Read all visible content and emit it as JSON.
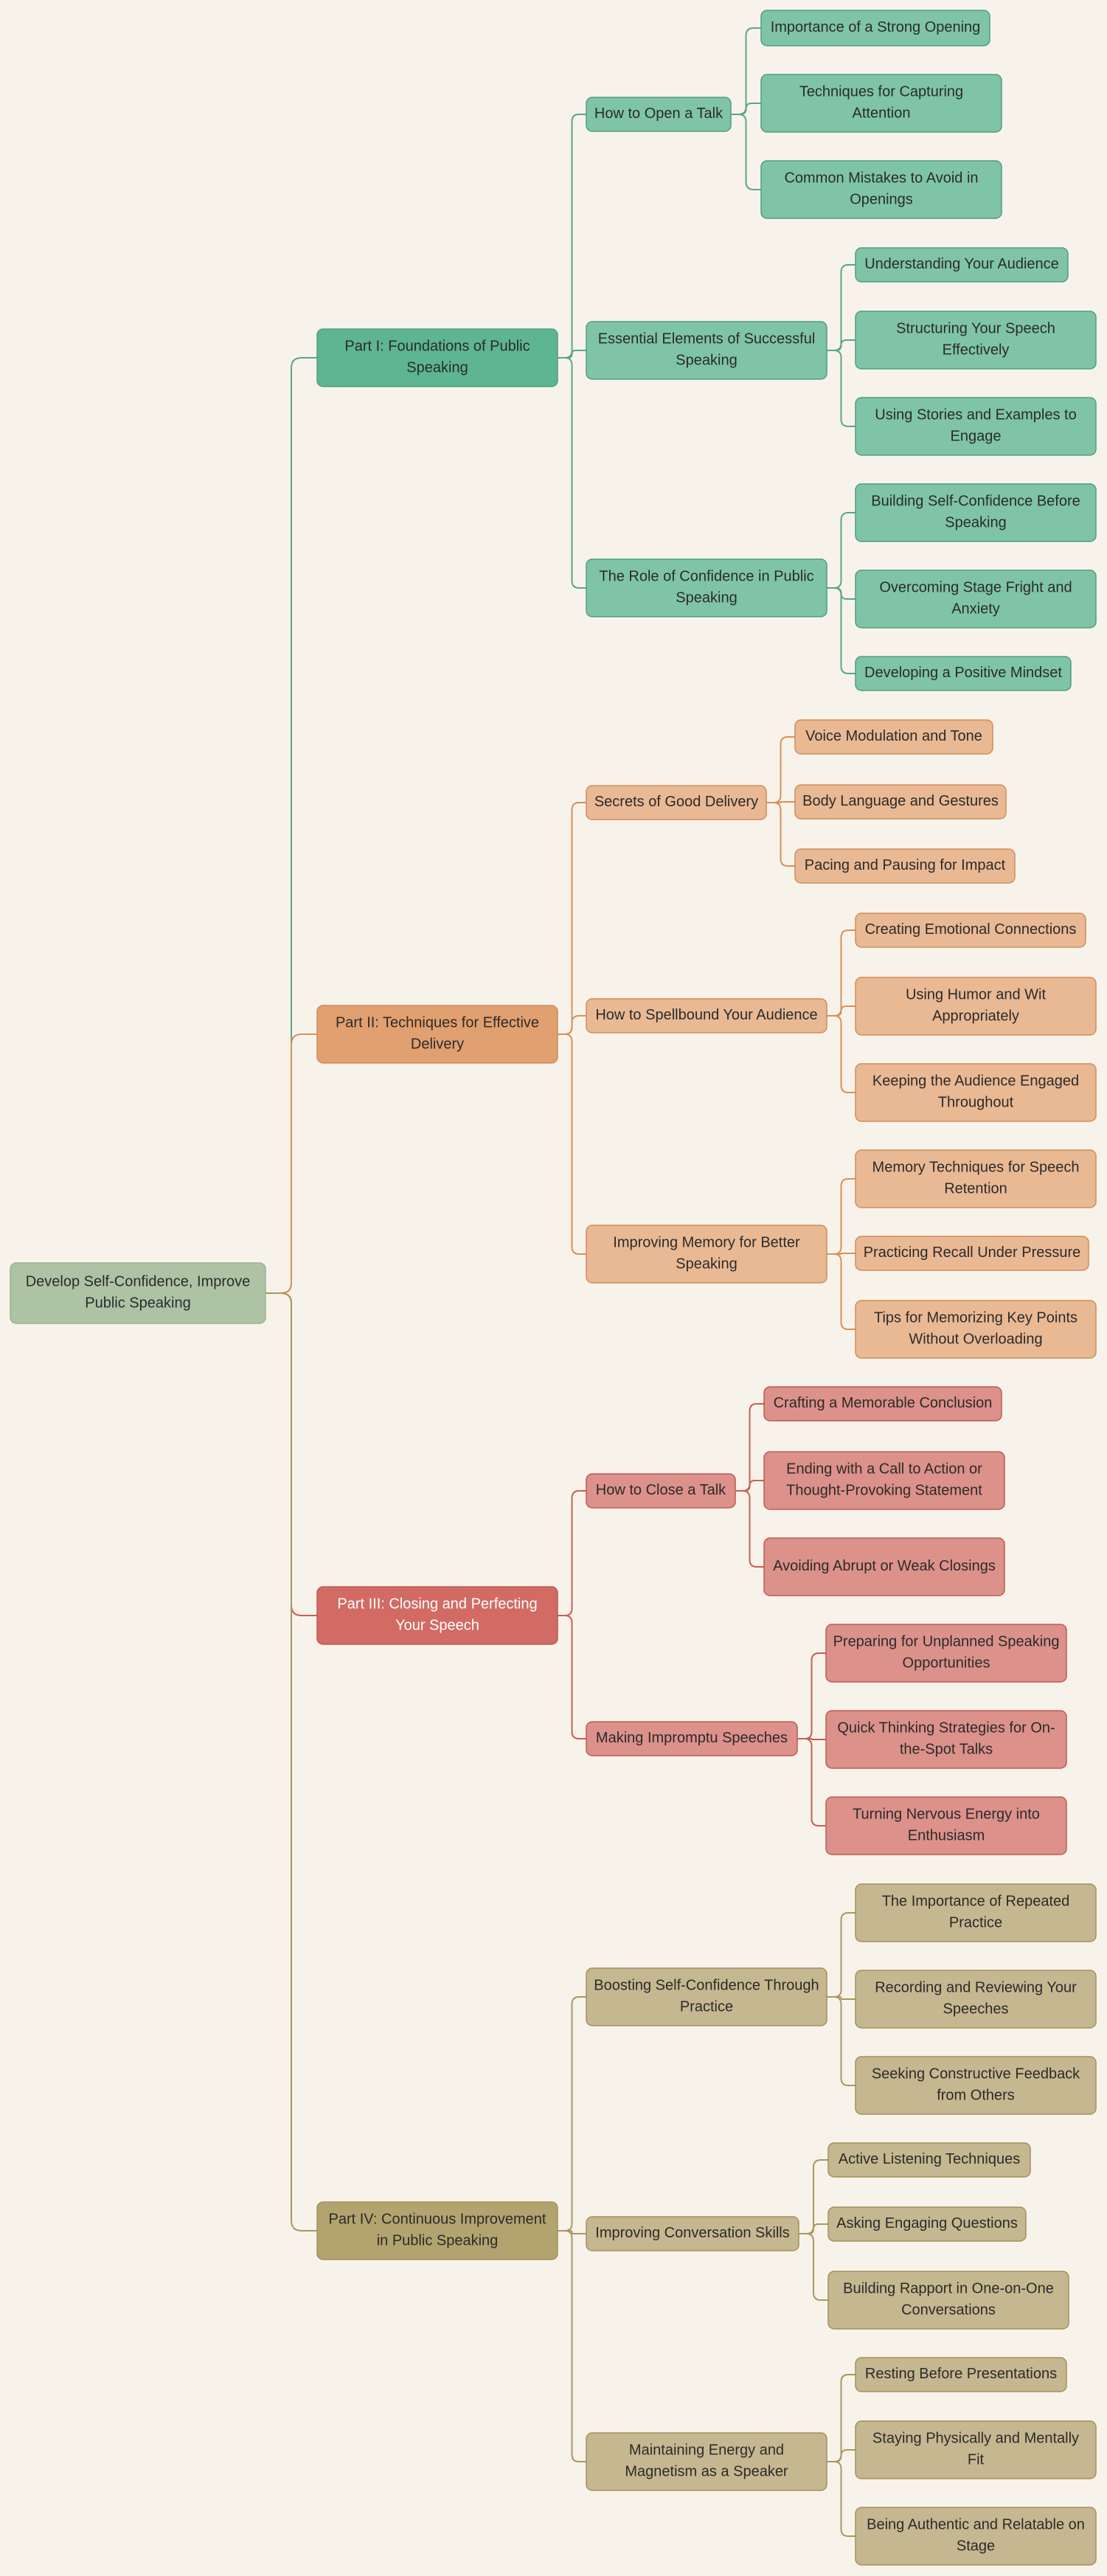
{
  "colors": {
    "background": "#f8f3ea",
    "root_fill": "#adc3a4",
    "root_stroke": "#98b48e",
    "text_dark": "#2b2b2b",
    "text_light": "#ffffff"
  },
  "root": {
    "label": "Develop Self-Confidence, Improve Public Speaking"
  },
  "parts": [
    {
      "label": "Part I: Foundations of Public Speaking",
      "fill": "#5db592",
      "child_fill": "#7fc4a6",
      "stroke": "#4e9f7f",
      "line": "#5aa688",
      "children": [
        {
          "label": "How to Open a Talk",
          "leaves": [
            "Importance of a Strong Opening",
            "Techniques for Capturing Attention",
            "Common Mistakes to Avoid in Openings"
          ]
        },
        {
          "label": "Essential Elements of Successful Speaking",
          "leaves": [
            "Understanding Your Audience",
            "Structuring Your Speech Effectively",
            "Using Stories and Examples to Engage"
          ]
        },
        {
          "label": "The Role of Confidence in Public Speaking",
          "leaves": [
            "Building Self-Confidence Before Speaking",
            "Overcoming Stage Fright and Anxiety",
            "Developing a Positive Mindset"
          ]
        }
      ]
    },
    {
      "label": "Part II: Techniques for Effective Delivery",
      "fill": "#e1a06f",
      "child_fill": "#e9b994",
      "stroke": "#cf8c5b",
      "line": "#d3925e",
      "children": [
        {
          "label": "Secrets of Good Delivery",
          "leaves": [
            "Voice Modulation and Tone",
            "Body Language and Gestures",
            "Pacing and Pausing for Impact"
          ]
        },
        {
          "label": "How to Spellbound Your Audience",
          "leaves": [
            "Creating Emotional Connections",
            "Using Humor and Wit Appropriately",
            "Keeping the Audience Engaged Throughout"
          ]
        },
        {
          "label": "Improving Memory for Better Speaking",
          "leaves": [
            "Memory Techniques for Speech Retention",
            "Practicing Recall Under Pressure",
            "Tips for Memorizing Key Points Without Overloading"
          ]
        }
      ]
    },
    {
      "label": "Part III: Closing and Perfecting Your Speech",
      "fill": "#d16b64",
      "child_fill": "#dc918a",
      "stroke": "#bd5a53",
      "line": "#c65e57",
      "children": [
        {
          "label": "How to Close a Talk",
          "leaves": [
            "Crafting a Memorable Conclusion",
            "Ending with a Call to Action or Thought-Provoking Statement",
            "Avoiding Abrupt or Weak Closings"
          ]
        },
        {
          "label": "Making Impromptu Speeches",
          "leaves": [
            "Preparing for Unplanned Speaking Opportunities",
            "Quick Thinking Strategies for On-the-Spot Talks",
            "Turning Nervous Energy into Enthusiasm"
          ]
        }
      ]
    },
    {
      "label": "Part IV: Continuous Improvement in Public Speaking",
      "fill": "#b3a36f",
      "child_fill": "#c5b78f",
      "stroke": "#a1915d",
      "line": "#a8985f",
      "children": [
        {
          "label": "Boosting Self-Confidence Through Practice",
          "leaves": [
            "The Importance of Repeated Practice",
            "Recording and Reviewing Your Speeches",
            "Seeking Constructive Feedback from Others"
          ]
        },
        {
          "label": "Improving Conversation Skills",
          "leaves": [
            "Active Listening Techniques",
            "Asking Engaging Questions",
            "Building Rapport in One-on-One Conversations"
          ]
        },
        {
          "label": "Maintaining Energy and Magnetism as a Speaker",
          "leaves": [
            "Resting Before Presentations",
            "Staying Physically and Mentally Fit",
            "Being Authentic and Relatable on Stage"
          ]
        }
      ]
    }
  ]
}
